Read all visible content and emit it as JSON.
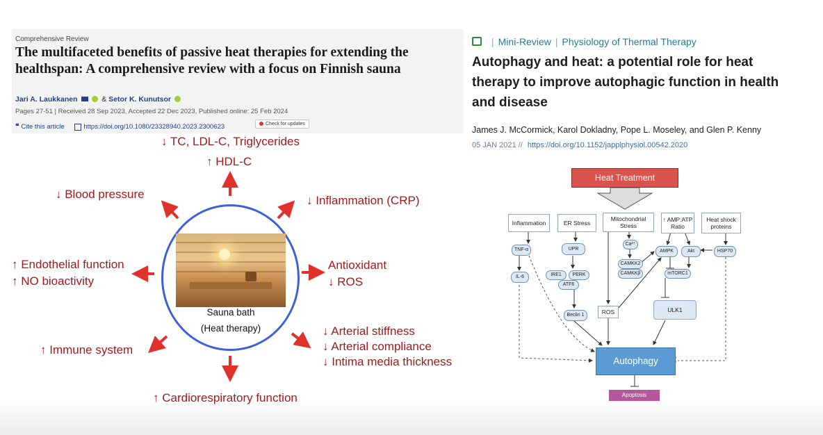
{
  "left_paper": {
    "article_type": "Comprehensive Review",
    "title": "The multifaceted benefits of passive heat therapies for extending the healthspan: A comprehensive review with a focus on Finnish sauna",
    "author_1": "Jari A. Laukkanen",
    "amp": "&",
    "author_2": "Setor K. Kunutsor",
    "meta": "Pages 27-51 | Received 28 Sep 2023, Accepted 22 Dec 2023, Published online: 25 Feb 2024",
    "cite_label": "Cite this article",
    "doi": "https://doi.org/10.1080/23328940.2023.2300623",
    "check_updates": "Check for updates"
  },
  "sauna_diagram": {
    "top_line1": "↓ TC, LDL-C, Triglycerides",
    "top_line2": "↑ HDL-C",
    "blood_pressure": "↓ Blood pressure",
    "inflammation": "↓ Inflammation (CRP)",
    "endothelial_line1": "↑ Endothelial function",
    "endothelial_line2": "↑ NO bioactivity",
    "antioxidant_line1": "Antioxidant",
    "antioxidant_line2": "↓ ROS",
    "immune": "↑ Immune system",
    "arterial_line1": "↓ Arterial stiffness",
    "arterial_line2": "↓ Arterial compliance",
    "arterial_line3": "↓ Intima media thickness",
    "cardio": "↑ Cardiorespiratory function",
    "center_line1": "Sauna bath",
    "center_line2": "(Heat therapy)",
    "arrow_color": "#e0312b"
  },
  "right_paper": {
    "access_icon": "open-lock-icon",
    "article_type": "Mini-Review",
    "section": "Physiology of Thermal Therapy",
    "title": "Autophagy and heat: a potential role for heat therapy to improve autophagic function in health and disease",
    "authors": "James J. McCormick, Karol Dokladny, Pope L. Moseley, and Glen P. Kenny",
    "date": "05 JAN 2021",
    "date_sep": "//",
    "doi": "https://doi.org/10.1152/japplphysiol.00542.2020"
  },
  "pathway": {
    "heat_treatment": "Heat Treatment",
    "inflammation": "Inflammation",
    "er_stress": "ER Stress",
    "mito_line1": "Mitochondrial",
    "mito_line2": "Stress",
    "amp_line1": "↑ AMP:ATP",
    "amp_line2": "Ratio",
    "hsp_line1": "Heat shock",
    "hsp_line2": "proteins",
    "tnf": "TNF-α",
    "il6": "IL-6",
    "upr": "UPR",
    "ire1": "IRE1",
    "perk": "PERK",
    "atf6": "ATF6",
    "beclin": "Beclin 1",
    "ca": "Ca²⁺",
    "camkk2": "CAMKK2",
    "camkkb": "CAMKKβ",
    "ros": "ROS",
    "ampk": "AMPK",
    "akt": "Akt",
    "hsp70": "HSP70",
    "mtorc1": "mTORC1",
    "ulk1": "ULK1",
    "autophagy": "Autophagy",
    "apoptosis": "Apoptosis"
  }
}
